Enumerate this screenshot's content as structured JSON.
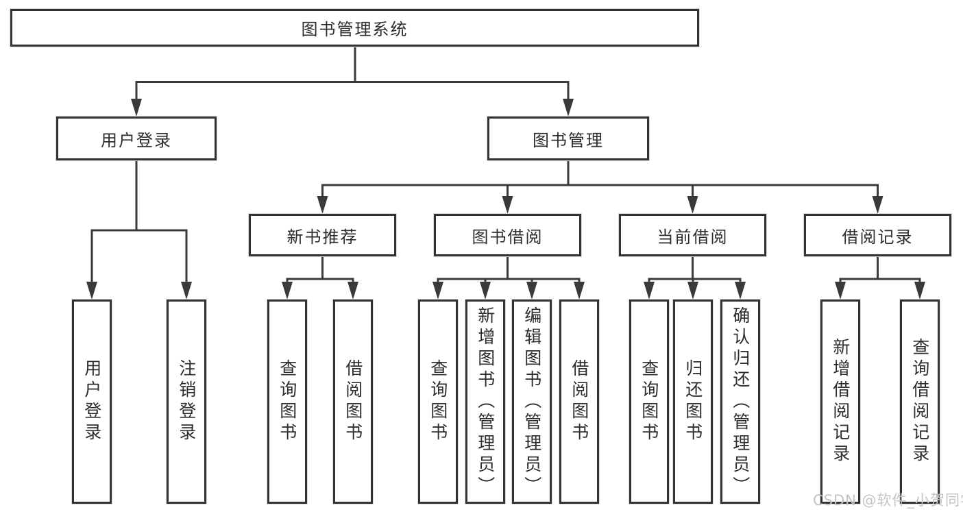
{
  "root": {
    "label": "图书管理系统"
  },
  "branches": [
    {
      "label": "用户登录",
      "leaves": [
        "用户登录",
        "注销登录"
      ]
    },
    {
      "label": "图书管理",
      "groups": [
        {
          "label": "新书推荐",
          "leaves": [
            "查询图书",
            "借阅图书"
          ]
        },
        {
          "label": "图书借阅",
          "leaves": [
            "查询图书",
            "新增图书（管理员）",
            "编辑图书（管理员）",
            "借阅图书"
          ]
        },
        {
          "label": "当前借阅",
          "leaves": [
            "查询图书",
            "归还图书",
            "确认归还（管理员）"
          ]
        },
        {
          "label": "借阅记录",
          "leaves": [
            "新增借阅记录",
            "查询借阅记录"
          ]
        }
      ]
    }
  ],
  "watermark": "CSDN @软件_小贺同学",
  "colors": {
    "line": "#333333",
    "text": "#2d2d2d",
    "watermark": "#c4c4c4",
    "background": "#ffffff"
  }
}
